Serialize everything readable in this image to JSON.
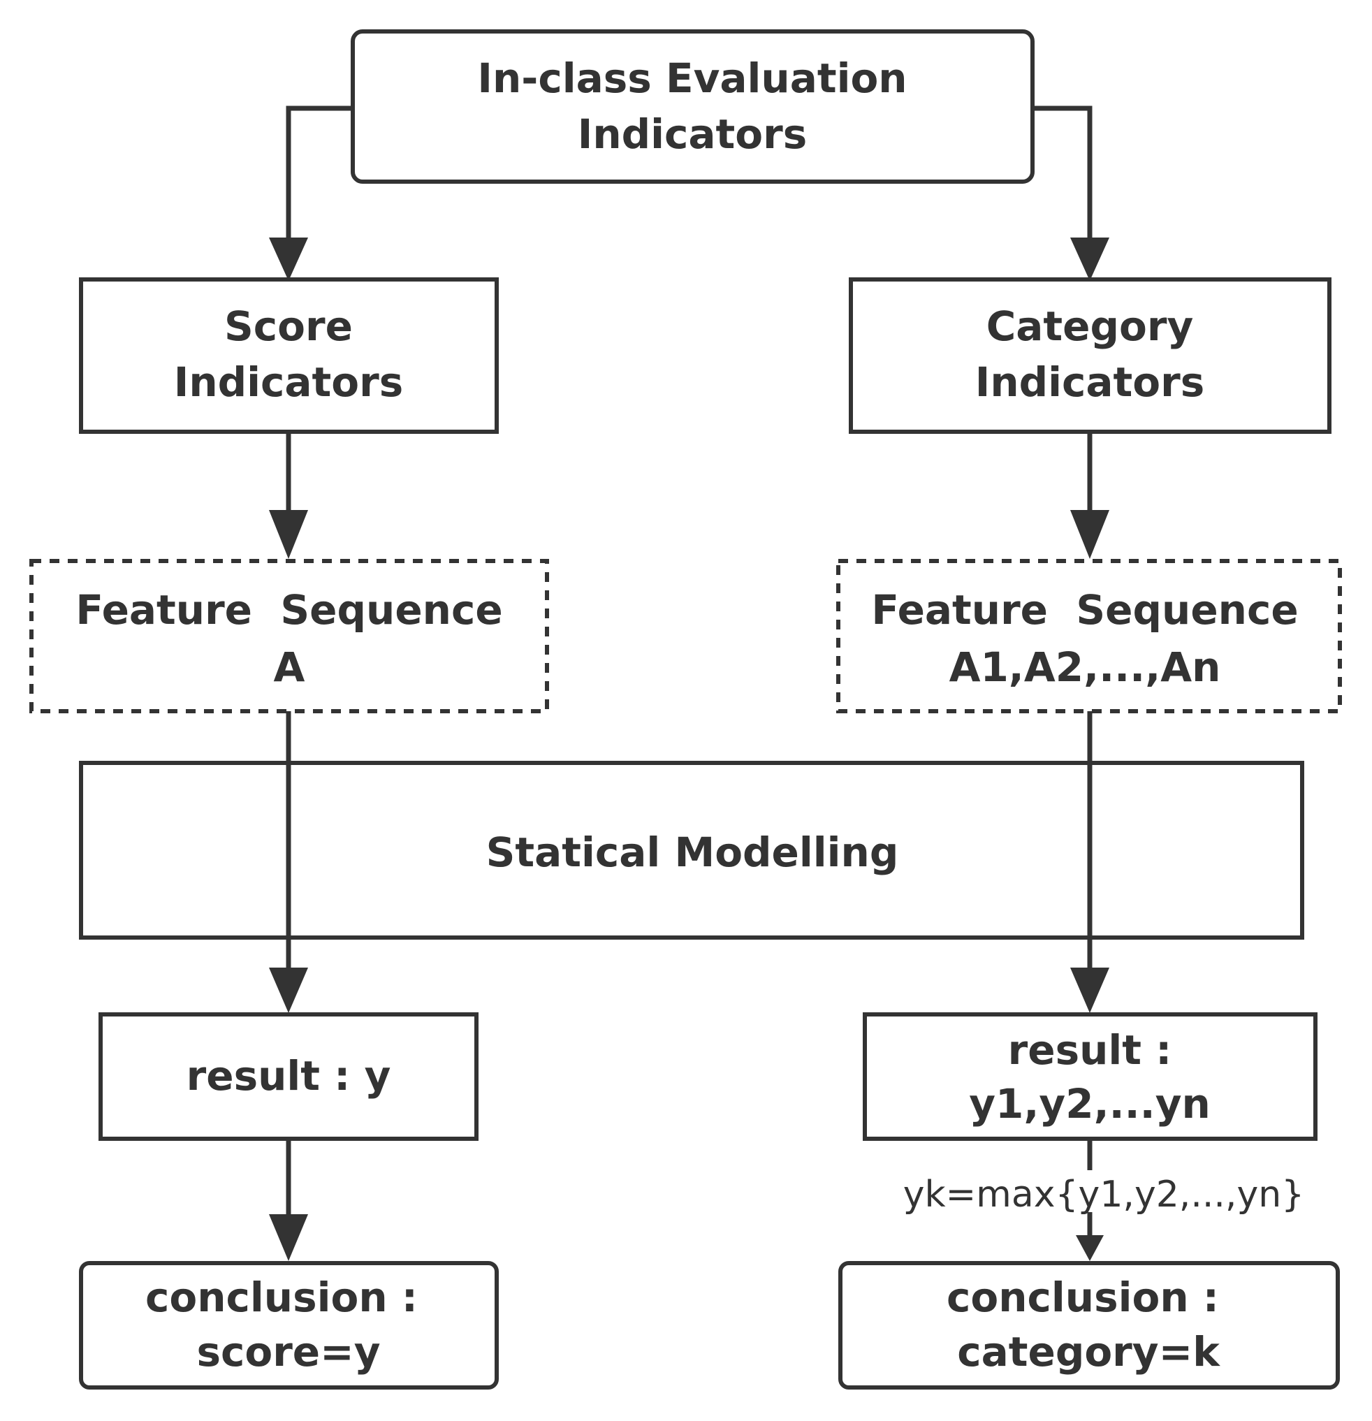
{
  "nodes": {
    "top": {
      "line1": "In-class Evaluation",
      "line2": "Indicators"
    },
    "score_indicators": {
      "line1": "Score",
      "line2": "Indicators"
    },
    "category_indicators": {
      "line1": "Category",
      "line2": "Indicators"
    },
    "feature_left": {
      "line1": "Feature  Sequence",
      "line2": "A"
    },
    "feature_right": {
      "line1": "Feature  Sequence",
      "line2": "A1,A2,...,An"
    },
    "modelling": {
      "line1": "Statical Modelling"
    },
    "result_left": {
      "line1": "result : y"
    },
    "result_right": {
      "line1": "result :",
      "line2": "y1,y2,...yn"
    },
    "conclusion_left": {
      "line1": "conclusion :",
      "line2": "score=y"
    },
    "conclusion_right": {
      "line1": "conclusion :",
      "line2": "category=k"
    }
  },
  "edge_labels": {
    "max_rule": "yk=max{y1,y2,...,yn}"
  },
  "colors": {
    "stroke": "#333333",
    "text": "#333333",
    "background": "#ffffff"
  }
}
